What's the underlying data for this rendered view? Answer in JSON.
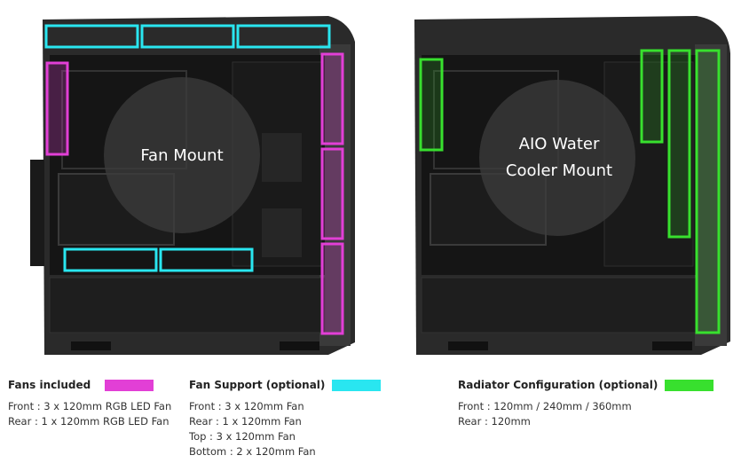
{
  "left_case": {
    "center_label": "Fan Mount"
  },
  "right_case": {
    "center_label_line1": "AIO Water",
    "center_label_line2": "Cooler Mount"
  },
  "colors": {
    "magenta": "#e23fd6",
    "cyan": "#29e6f0",
    "green": "#38e02e"
  },
  "legend": {
    "fans_included": {
      "title": "Fans included",
      "lines": [
        "Front : 3 x 120mm RGB LED Fan",
        "Rear : 1 x 120mm RGB LED Fan"
      ]
    },
    "fan_support": {
      "title": "Fan Support (optional)",
      "lines": [
        "Front : 3 x 120mm Fan",
        "Rear : 1 x 120mm Fan",
        "Top : 3 x 120mm Fan",
        "Bottom : 2 x 120mm Fan"
      ]
    },
    "radiator": {
      "title": "Radiator Configuration (optional)",
      "lines": [
        "Front : 120mm / 240mm / 360mm",
        "Rear : 120mm"
      ]
    }
  }
}
